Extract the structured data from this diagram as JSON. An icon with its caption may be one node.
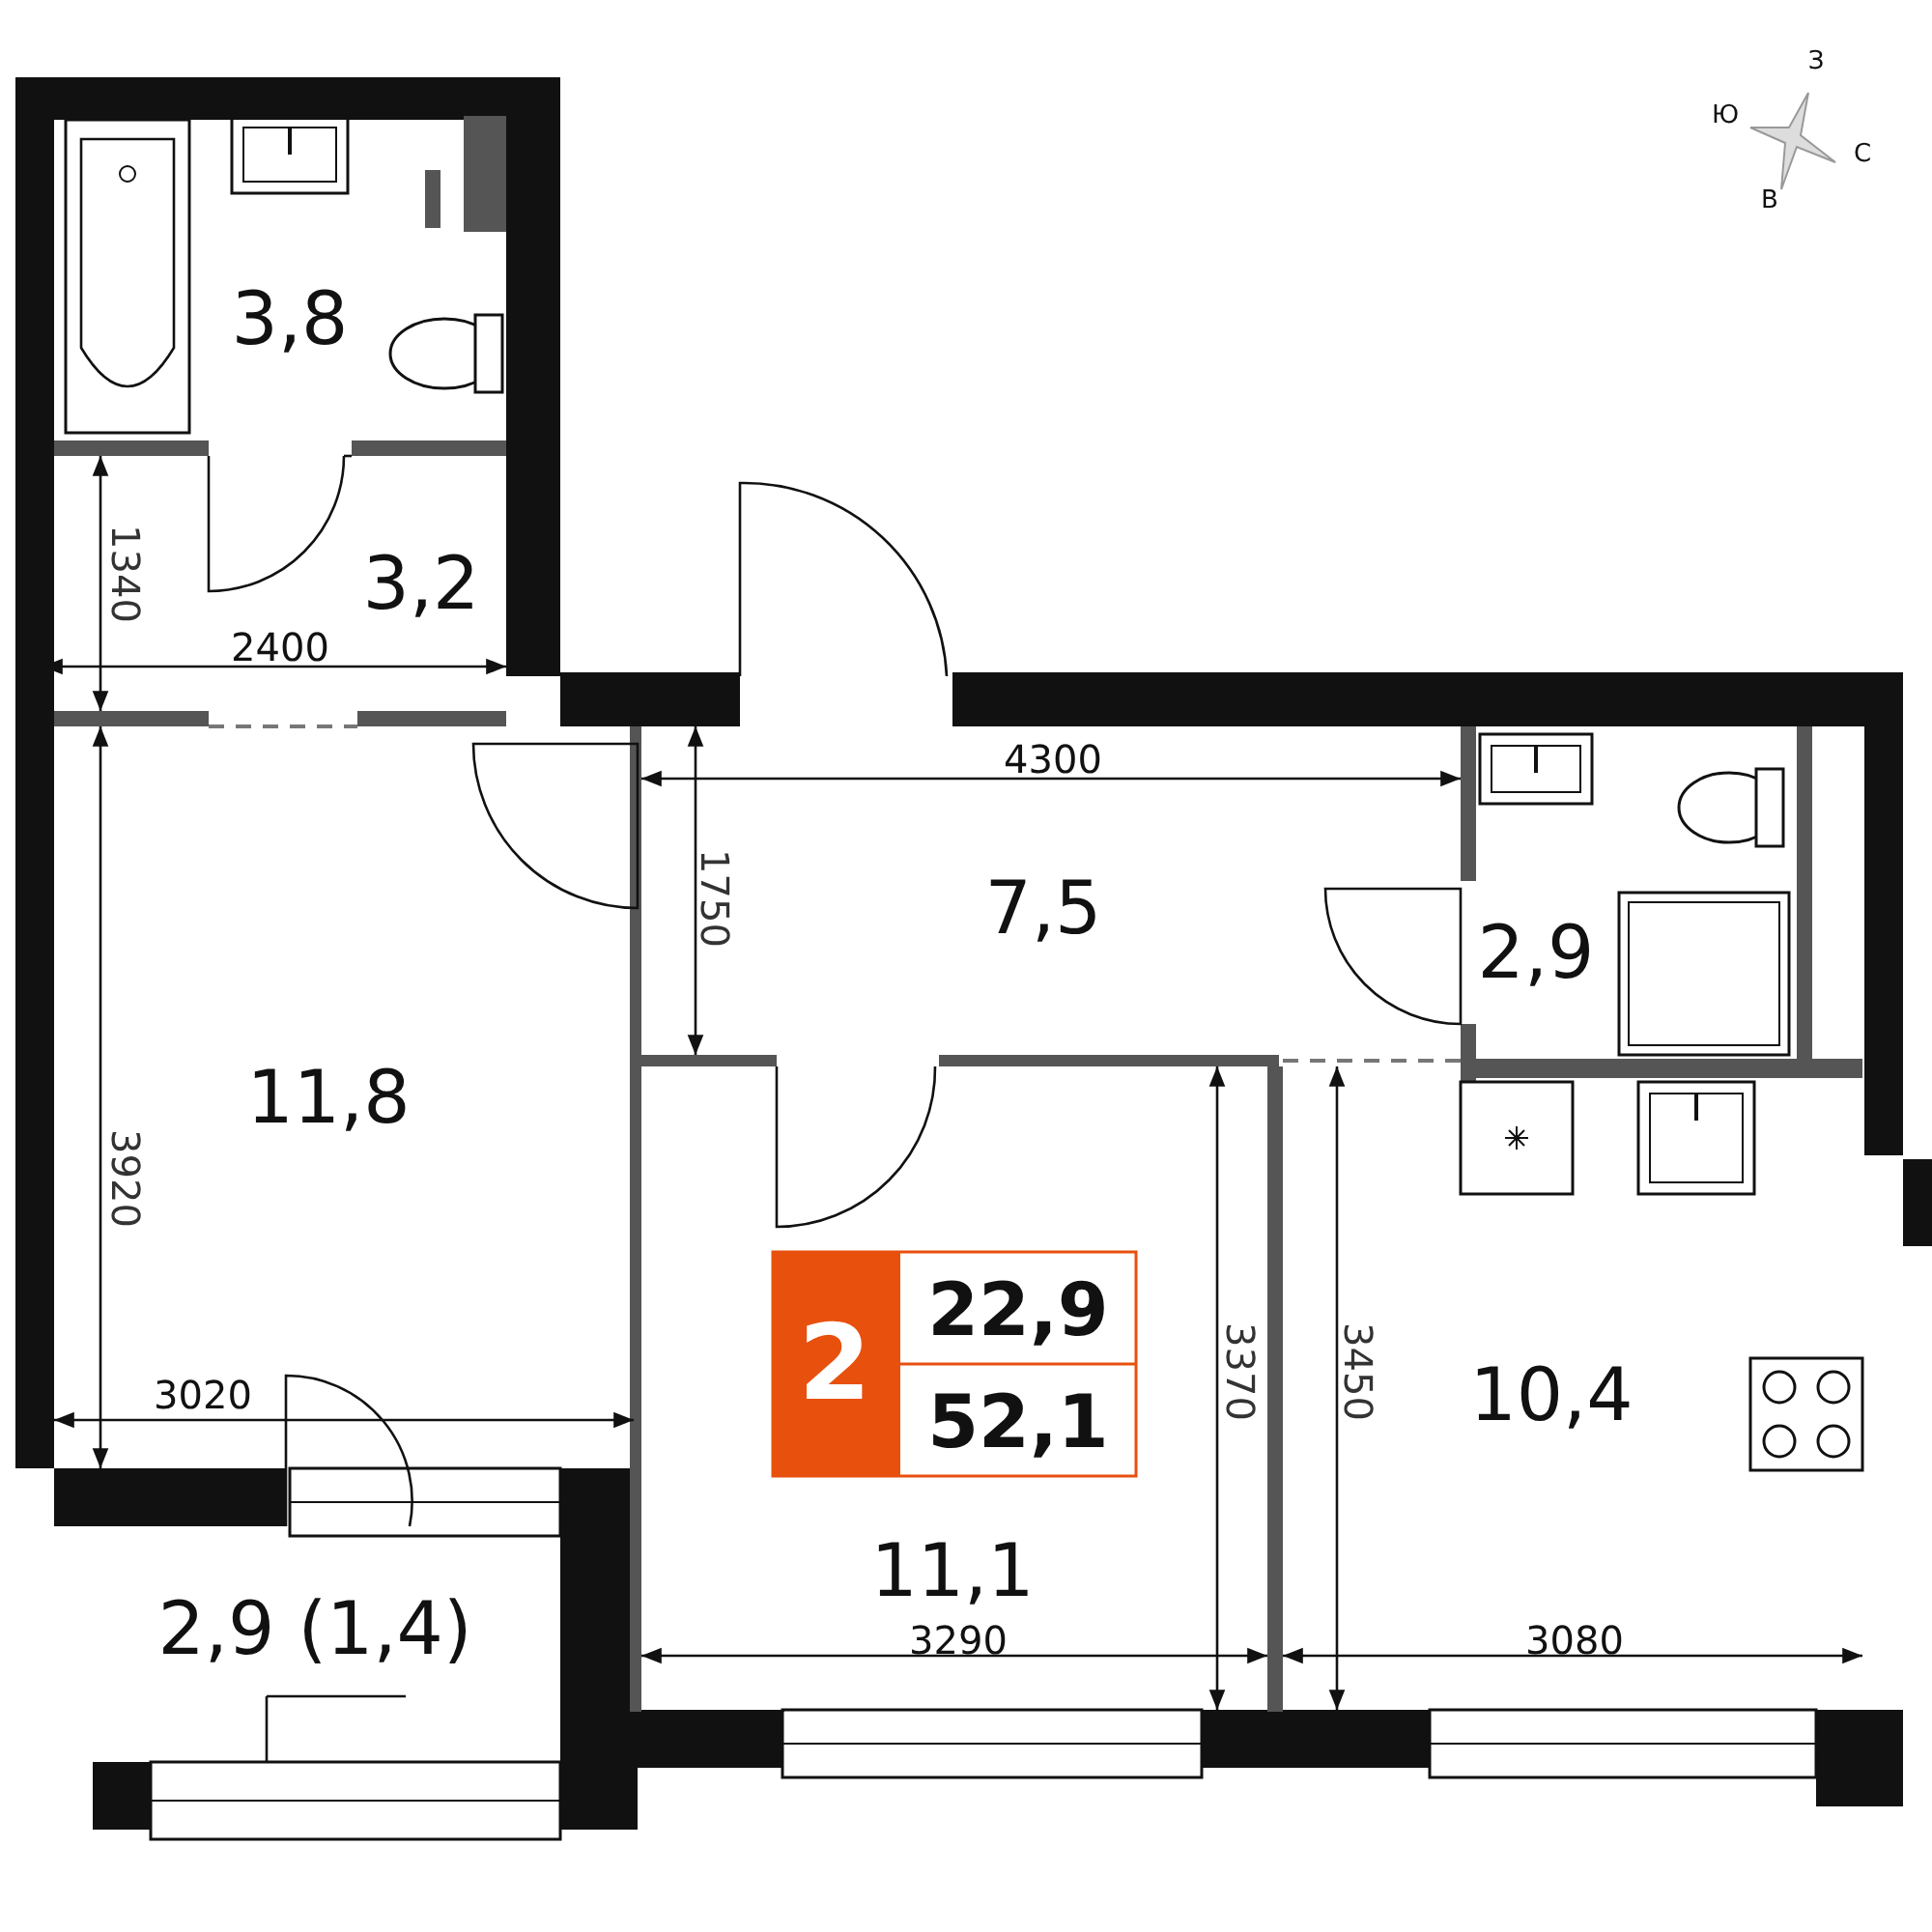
{
  "diagram": {
    "labels": [
      "З",
      "Ю",
      "С",
      "В",
      "3,8",
      "3,2",
      "1340",
      "2400",
      "4300",
      "1750",
      "7,5",
      "2,9",
      "11,8",
      "3920",
      "2",
      "22,9",
      "52,1",
      "3370",
      "3450",
      "10,4",
      "3020",
      "11,1",
      "2,9 (1,4)",
      "3290",
      "3080"
    ]
  }
}
